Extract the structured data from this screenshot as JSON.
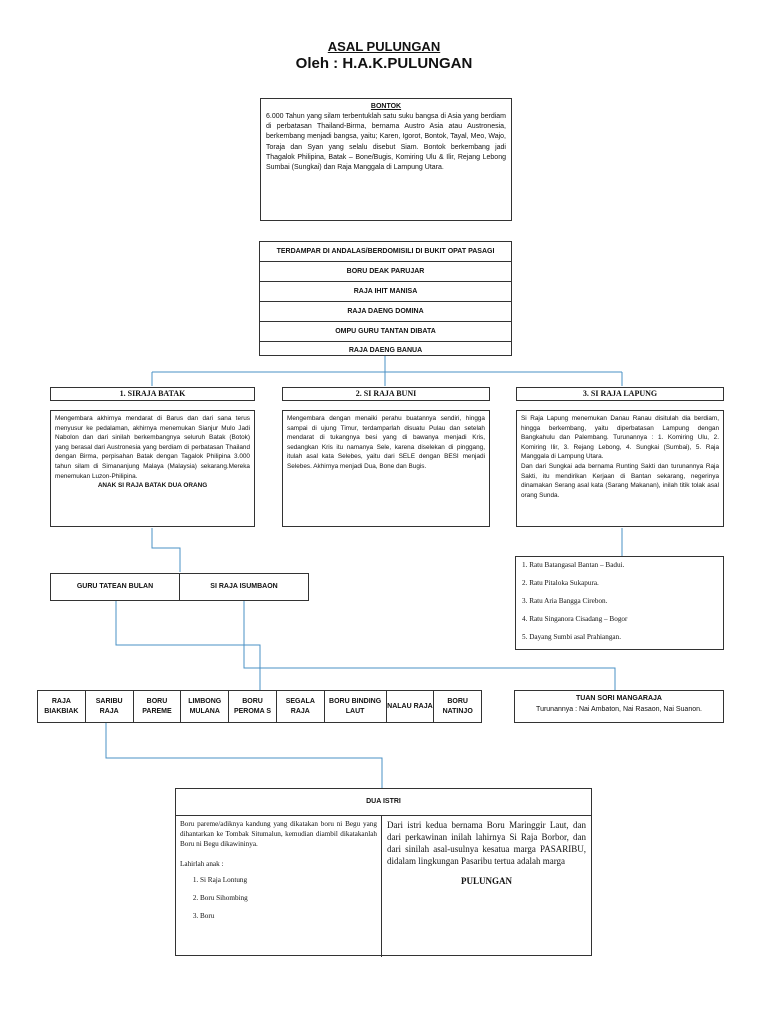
{
  "header": {
    "title": "ASAL PULUNGAN",
    "subtitle": "Oleh : H.A.K.PULUNGAN"
  },
  "bontok": {
    "title": "BONTOK",
    "text": "6.000 Tahun yang silam terbentuklah satu suku bangsa di Asia yang berdiam di perbatasan Thailand-Birma, bernama Austro Asia atau Austronesia, berkembang menjadi bangsa, yaitu; Karen, Igorot, Bontok, Tayal, Meo, Wajo, Toraja dan Syan yang selalu disebut Siam. Bontok berkembang jadi Thagalok Philipina, Batak – Bone/Bugis, Komiring Ulu & Ilir, Rejang Lebong Sumbai (Sungkai) dan Raja Manggala di Lampung Utara."
  },
  "lineage": {
    "rows": [
      "TERDAMPAR DI ANDALAS/BERDOMISILI DI BUKIT OPAT PASAGI",
      "BORU DEAK PARUJAR",
      "RAJA IHIT MANISA",
      "RAJA DAENG DOMINA",
      "OMPU GURU TANTAN DIBATA",
      "RAJA DAENG BANUA"
    ]
  },
  "branches": [
    {
      "title": "1. SIRAJA BATAK",
      "text": "Mengembara akhirnya mendarat di Barus dan dari sana terus menyusur ke pedalaman, akhirnya menemukan Sianjur Mulo Jadi Nabolon dan dari sinilah berkembangnya seluruh Batak (Botok) yang berasal dari Austronesia yang berdiam di perbatasan Thailand dengan Birma, perpisahan Batak dengan Tagalok Philipina 3.000 tahun silam di Simananjung Malaya (Malaysia) sekarang.Mereka menemukan Luzon-Philipina.",
      "note": "ANAK SI RAJA BATAK DUA ORANG"
    },
    {
      "title": "2. SI RAJA BUNI",
      "text": "Mengembara dengan menaiki perahu buatannya sendiri, hingga sampai di ujung Timur, terdamparlah disuatu Pulau dan setelah mendarat di tukangnya besi yang di bawanya menjadi Kris, sedangkan Kris itu namanya Sele, karena diselekan di pinggang, itulah asal kata Selebes, yaitu dari SELE dengan BESI menjadi Selebes. Akhirnya menjadi Dua, Bone dan Bugis."
    },
    {
      "title": "3. SI RAJA LAPUNG",
      "text": "Si Raja Lapung menemukan Danau Ranau disitulah dia berdiam, hingga berkembang, yaitu diperbatasan Lampung dengan Bangkahulu dan Palembang. Turunannya : 1. Komiring Ulu, 2. Komiring Ilir, 3. Rejang Lebong, 4. Sungkai (Sumbai), 5. Raja Manggala di Lampung Utara.",
      "text2": "Dan dari Sungkai ada bernama Runting Sakti dan turunannya Raja Sakti, itu mendirikan Kerjaan di Bantan sekarang, negerinya dinamakan Serang asal kata (Sarang Makanan), inilah titik tolak asal orang Sunda."
    }
  ],
  "lapung_list": [
    "1. Ratu Batangasal Bantan – Badui.",
    "2. Ratu Pitaloka Sukapura.",
    "3. Ratu Aria Bangga Cirebon.",
    "4. Ratu Singanora Cisadang – Bogor",
    "5. Dayang Sumbi asal Prahiangan."
  ],
  "sons": {
    "left": "GURU TATEAN BULAN",
    "right": "SI RAJA ISUMBAON"
  },
  "children": [
    "RAJA BIAKBIAK",
    "SARIBU RAJA",
    "BORU PAREME",
    "LIMBONG MULANA",
    "BORU PEROMA S",
    "SEGALA RAJA",
    "BORU BINDING LAUT",
    "NALAU RAJA",
    "BORU NATINJO"
  ],
  "tuan_sori": {
    "title": "TUAN SORI MANGARAJA",
    "text": "Turunannya : Nai Ambaton, Nai Rasaon, Nai Suanon."
  },
  "dua_istri": {
    "title": "DUA ISTRI",
    "left_text": "Boru pareme/adiknya kandung yang dikatakan boru ni Begu yang dihantarkan ke Tombak Situmalun, kemudian diambil dikatakanlah Boru ni Begu dikawininya.",
    "left_intro": "Lahirlah anak :",
    "left_children": [
      "Si Raja Lontung",
      "Boru Sihombing",
      "Boru"
    ],
    "right_text": "Dari istri kedua bernama Boru Maringgir Laut, dan dari perkawinan inilah lahirnya Si Raja Borbor, dan dari sinilah asal-usulnya kesatua marga PASARIBU, didalam lingkungan Pasaribu tertua adalah marga",
    "right_bold": "PULUNGAN"
  },
  "colors": {
    "connector": "#4a90c4",
    "border": "#333333"
  }
}
